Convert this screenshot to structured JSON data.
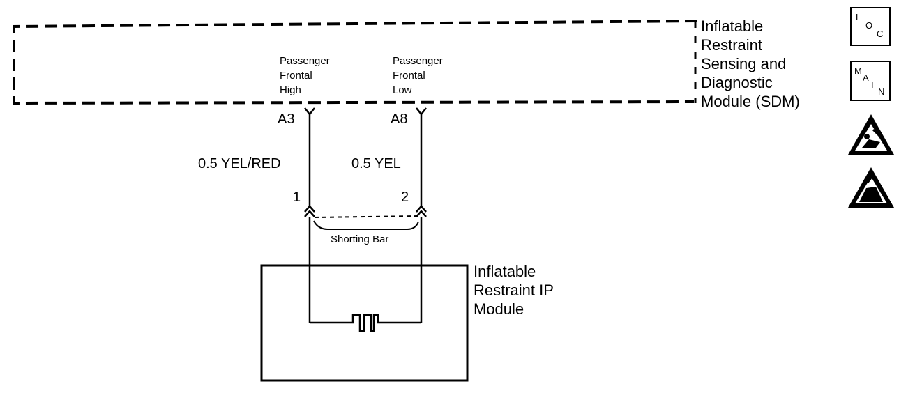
{
  "sdm": {
    "lines": [
      "Inflatable",
      "Restraint",
      "Sensing and",
      "Diagnostic",
      "Module (SDM)"
    ]
  },
  "pins": {
    "high": {
      "desc": [
        "Passenger",
        "Frontal",
        "High"
      ],
      "terminal": "A3",
      "wire": "0.5 YEL/RED",
      "connector": "1"
    },
    "low": {
      "desc": [
        "Passenger",
        "Frontal",
        "Low"
      ],
      "terminal": "A8",
      "wire": "0.5 YEL",
      "connector": "2"
    }
  },
  "shorting_bar": "Shorting Bar",
  "ip_module": {
    "lines": [
      "Inflatable",
      "Restraint IP",
      "Module"
    ]
  },
  "icons": {
    "loc": {
      "name": "loc-icon",
      "letters": [
        "L",
        "O",
        "C"
      ]
    },
    "main": {
      "name": "main-icon",
      "letters": [
        "M",
        "A",
        "I",
        "N"
      ]
    },
    "warning1": {
      "name": "airbag-warning-icon"
    },
    "warning2": {
      "name": "esd-warning-icon"
    }
  }
}
